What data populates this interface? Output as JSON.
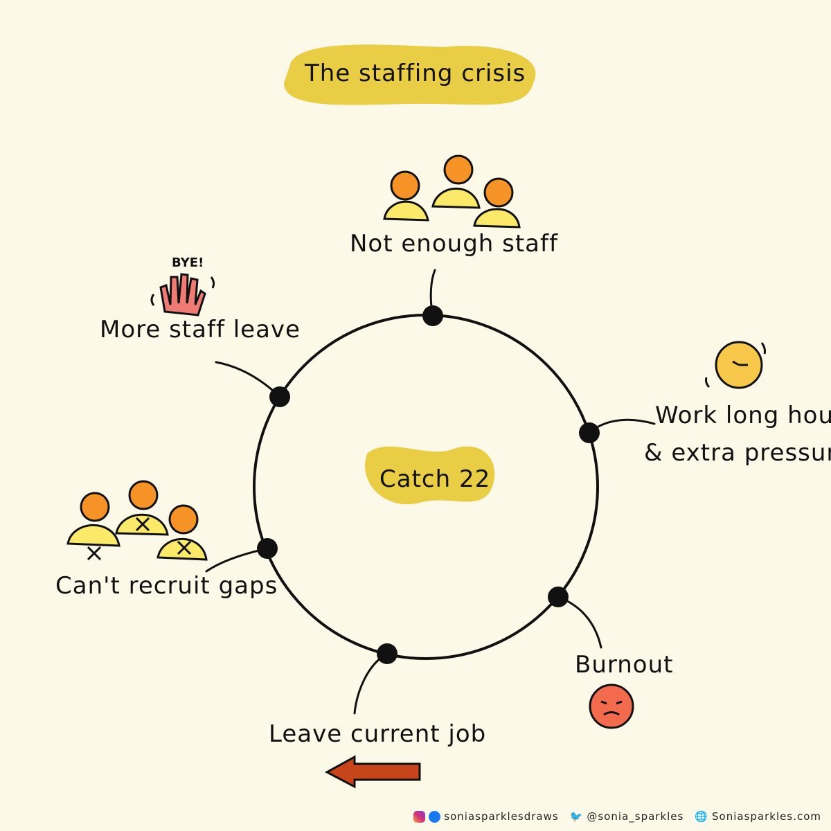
{
  "title": "The staffing crisis",
  "center_label": "Catch 22",
  "cycle_steps": [
    {
      "label": "Not enough staff",
      "icon": "people-icon"
    },
    {
      "label_line1": "Work long hours",
      "label_line2": "& extra pressure",
      "icon": "clock-icon"
    },
    {
      "label": "Burnout",
      "icon": "sad-face-icon"
    },
    {
      "label": "Leave current job",
      "icon": "left-arrow-icon"
    },
    {
      "label": "Can't recruit gaps",
      "icon": "crossed-people-icon"
    },
    {
      "label": "More staff leave",
      "icon": "waving-hand-icon",
      "icon_text": "BYE!"
    }
  ],
  "footer": {
    "social_handle": "soniasparklesdraws",
    "twitter_handle": "@sonia_sparkles",
    "website": "Soniasparkles.com"
  },
  "colors": {
    "background": "#fcf9e9",
    "blob": "#e9cd45",
    "head": "#f59327",
    "body": "#fbe96a",
    "hand": "#f07b74",
    "face": "#f26b4c",
    "arrow": "#c8441b"
  }
}
